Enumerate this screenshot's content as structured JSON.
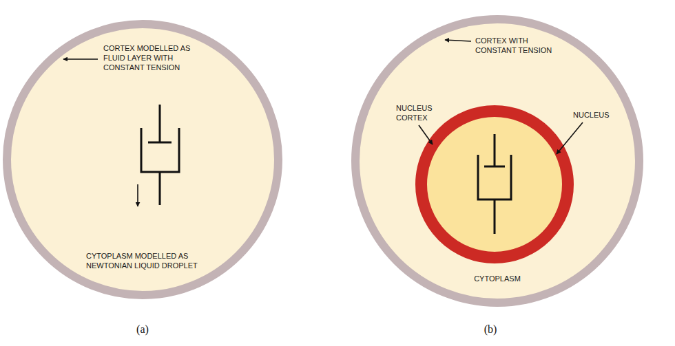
{
  "diagram": {
    "nodes": [
      {
        "text": [
          "CORTEX MODELLED AS FLUID LAYER WITH CONSTANT TENSION",
          "CYTOPLASM MODELLED AS NEWTONIAN LIQUID DROPLET"
        ]
      },
      {
        "text": [
          "CORTEX WITH CONSTANT TENSION",
          "NUCLEUS CORTEX",
          "NUCLEUS",
          "CYTOPLASM"
        ]
      }
    ],
    "labels": [
      "(a)",
      "(b)"
    ]
  }
}
